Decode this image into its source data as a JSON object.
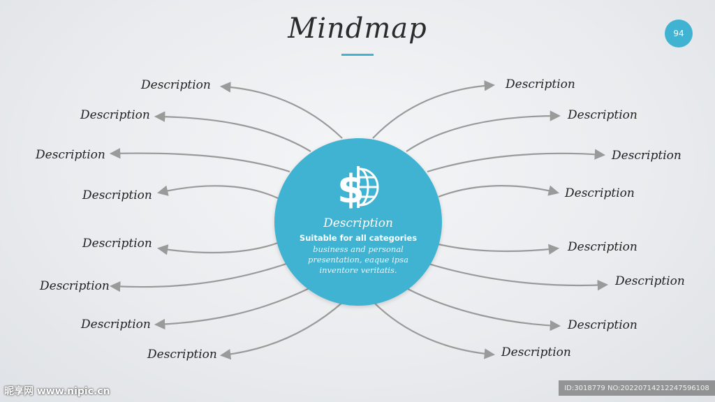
{
  "title": "Mindmap",
  "page_number": "94",
  "center": {
    "title": "Description",
    "subtitle": "Suitable for all categories",
    "body": "business and personal presentation, eaque ipsa inventore veritatis."
  },
  "branches": {
    "left": [
      "Description",
      "Description",
      "Description",
      "Description",
      "Description",
      "Description",
      "Description",
      "Description"
    ],
    "right": [
      "Description",
      "Description",
      "Description",
      "Description",
      "Description",
      "Description",
      "Description",
      "Description"
    ]
  },
  "colors": {
    "accent": "#3fb3d1",
    "arrow": "#9a9a9a",
    "text": "#222222"
  },
  "watermark": {
    "left": "昵享网 www.nipic.cn",
    "right": "ID:3018779 NO:20220714212247596108"
  }
}
